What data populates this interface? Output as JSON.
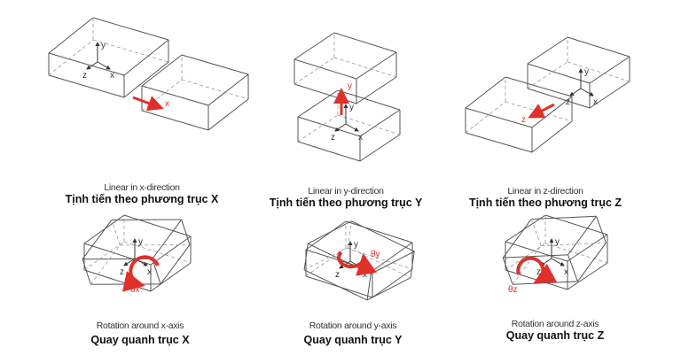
{
  "colors": {
    "line": "#555555",
    "accent": "#e0302a"
  },
  "panels": [
    {
      "en": "Linear in x-direction",
      "vi": "Tịnh tiến theo phương trục X",
      "motion": "x"
    },
    {
      "en": "Linear in y-direction",
      "vi": "Tịnh tiến theo phương trục Y",
      "motion": "y"
    },
    {
      "en": "Linear in z-direction",
      "vi": "Tịnh tiến theo phương trục Z",
      "motion": "z"
    },
    {
      "en": "Rotation around x-axis",
      "vi": "Quay quanh trục X",
      "motion": "θx"
    },
    {
      "en": "Rotation around y-axis",
      "vi": "Quay quanh trục Y",
      "motion": "θy"
    },
    {
      "en": "Rotation around z-axis",
      "vi": "Quay quanh trục Z",
      "motion": "θz"
    }
  ],
  "axis_labels": {
    "x": "x",
    "y": "y",
    "z": "z"
  }
}
